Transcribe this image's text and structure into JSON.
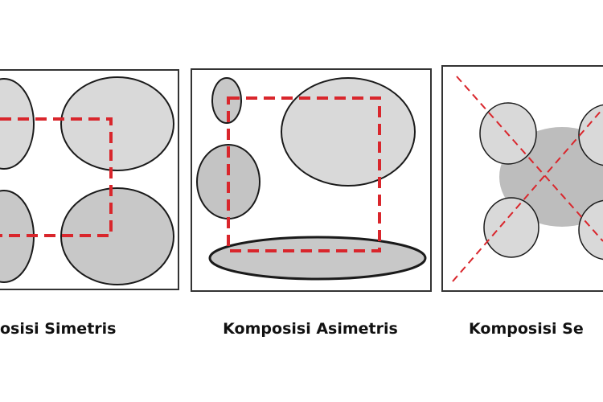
{
  "captions": {
    "simetris": "osisi Simetris",
    "asimetris": "Komposisi Asimetris",
    "third": "Komposisi Se"
  },
  "colors": {
    "shape_light": "#d9d9d9",
    "shape_mid": "#c4c4c4",
    "outline": "#1a1a1a",
    "guide_red": "#d9262c",
    "frame": "#333333"
  }
}
